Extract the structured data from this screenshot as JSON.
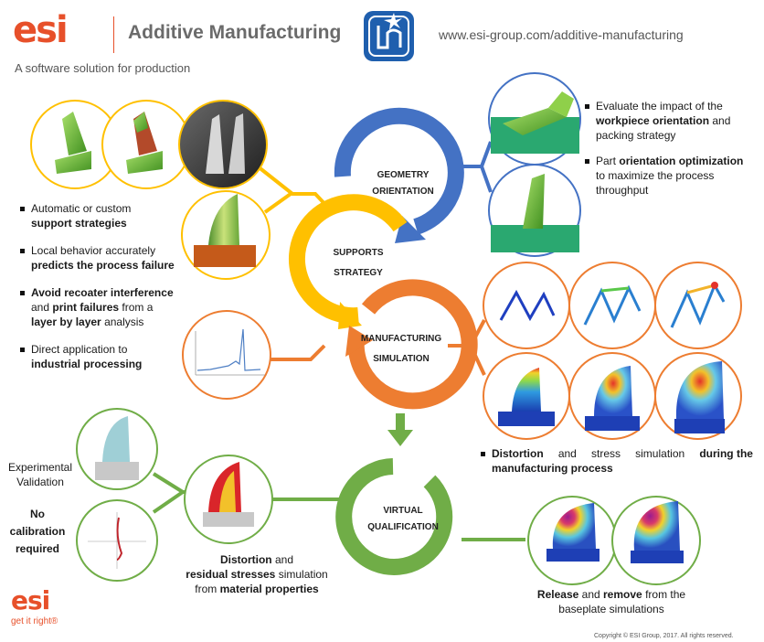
{
  "header": {
    "logo": "esi",
    "title": "Additive Manufacturing",
    "url": "www.esi-group.com/additive-manufacturing",
    "subtitle": "A software solution for production"
  },
  "cycle": {
    "geometry_l1": "GEOMETRY",
    "geometry_l2": "ORIENTATION",
    "supports_l1": "SUPPORTS",
    "supports_l2": "STRATEGY",
    "manufacturing_l1": "MANUFACTURING",
    "manufacturing_l2": "SIMULATION",
    "virtual_l1": "VIRTUAL",
    "virtual_l2": "QUALIFICATION"
  },
  "right_bullets": {
    "b1_pre": "Evaluate the impact of the",
    "b1_bold": "workpiece orientation",
    "b1_post": "and",
    "b1_tail": "packing strategy",
    "b2_pre": "Part",
    "b2_bold": "orientation optimization",
    "b2_line2": "to maximize the process",
    "b2_line3": "throughput"
  },
  "left_bullets": {
    "b1_l1": "Automatic or custom",
    "b1_bold": "support strategies",
    "b2_l1": "Local behavior accurately",
    "b2_bold": "predicts the process failure",
    "b3_bold1": "Avoid recoater interference",
    "b3_and": "and",
    "b3_bold2": "print failures",
    "b3_from": "from a",
    "b3_bold3": "layer by layer",
    "b3_tail": "analysis",
    "b4_l1": "Direct application to",
    "b4_bold": "industrial processing"
  },
  "distortion_bullet": {
    "bold1": "Distortion",
    "and": "and",
    "stress": "stress",
    "simulation": "simulation",
    "bold2": "during the",
    "bold3": "manufacturing process"
  },
  "validation": {
    "exp_l1": "Experimental",
    "exp_l2": "Validation",
    "no_l1": "No",
    "no_l2": "calibration",
    "no_l3": "required"
  },
  "distortion_caption": {
    "bold1": "Distortion",
    "and": "and",
    "bold2": "residual stresses",
    "simulation": "simulation",
    "from": "from",
    "bold3": "material properties"
  },
  "release_caption": {
    "bold1": "Release",
    "and": "and",
    "bold2": "remove",
    "from": "from the",
    "line2": "baseplate simulations"
  },
  "footer": {
    "logo": "esi",
    "tagline": "get it right®",
    "copyright": "Copyright © ESI Group, 2017. All rights reserved."
  },
  "colors": {
    "blue": "#4472c4",
    "yellow": "#ffc000",
    "orange": "#ed7d31",
    "green": "#70ad47",
    "brand": "#e7502a"
  }
}
